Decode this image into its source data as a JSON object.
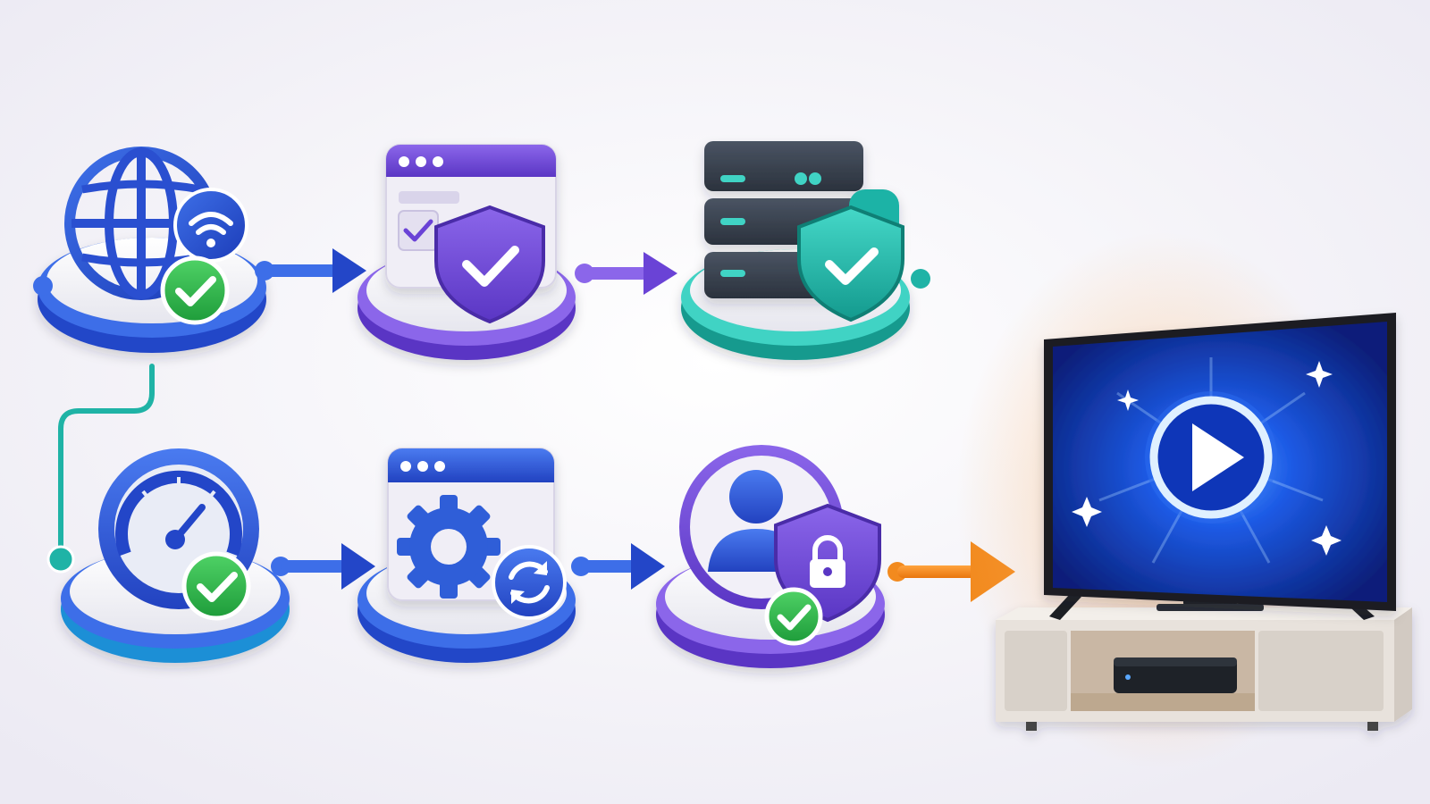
{
  "colors": {
    "background": "#f4f4f9",
    "blue": "#2346c8",
    "blue_light": "#3d6ee8",
    "purple": "#6a43d6",
    "purple_light": "#8b66ea",
    "teal": "#1fb3a6",
    "teal_light": "#3fd3c4",
    "green_check": "#2fb64a",
    "orange": "#f28a1e",
    "server_dark": "#3b4452",
    "tv_screen": "#0b2a9a",
    "tv_glow": "#5aa8ff",
    "stand": "#ddd6d0"
  },
  "steps": [
    {
      "id": "internet-connection",
      "icon": "globe-wifi-check-icon",
      "ring": "blue",
      "row": 1
    },
    {
      "id": "secure-browser",
      "icon": "browser-shield-check-icon",
      "ring": "purple",
      "row": 1
    },
    {
      "id": "secure-server",
      "icon": "server-shield-check-icon",
      "ring": "teal",
      "row": 1
    },
    {
      "id": "speed-check",
      "icon": "speedometer-check-icon",
      "ring": "blue",
      "row": 2
    },
    {
      "id": "app-settings-sync",
      "icon": "browser-gear-sync-icon",
      "ring": "blue",
      "row": 2
    },
    {
      "id": "user-account-secure",
      "icon": "user-lock-check-icon",
      "ring": "purple",
      "row": 2
    }
  ],
  "arrows": [
    {
      "from": "internet-connection",
      "to": "secure-browser",
      "color": "blue"
    },
    {
      "from": "secure-browser",
      "to": "secure-server",
      "color": "purple"
    },
    {
      "from": "internet-connection",
      "to": "speed-check",
      "color": "teal",
      "style": "connector"
    },
    {
      "from": "speed-check",
      "to": "app-settings-sync",
      "color": "blue"
    },
    {
      "from": "app-settings-sync",
      "to": "user-account-secure",
      "color": "blue"
    },
    {
      "from": "user-account-secure",
      "to": "tv-streaming",
      "color": "orange"
    }
  ],
  "destination": {
    "id": "tv-streaming",
    "icon": "tv-play-icon",
    "glow": "orange"
  }
}
